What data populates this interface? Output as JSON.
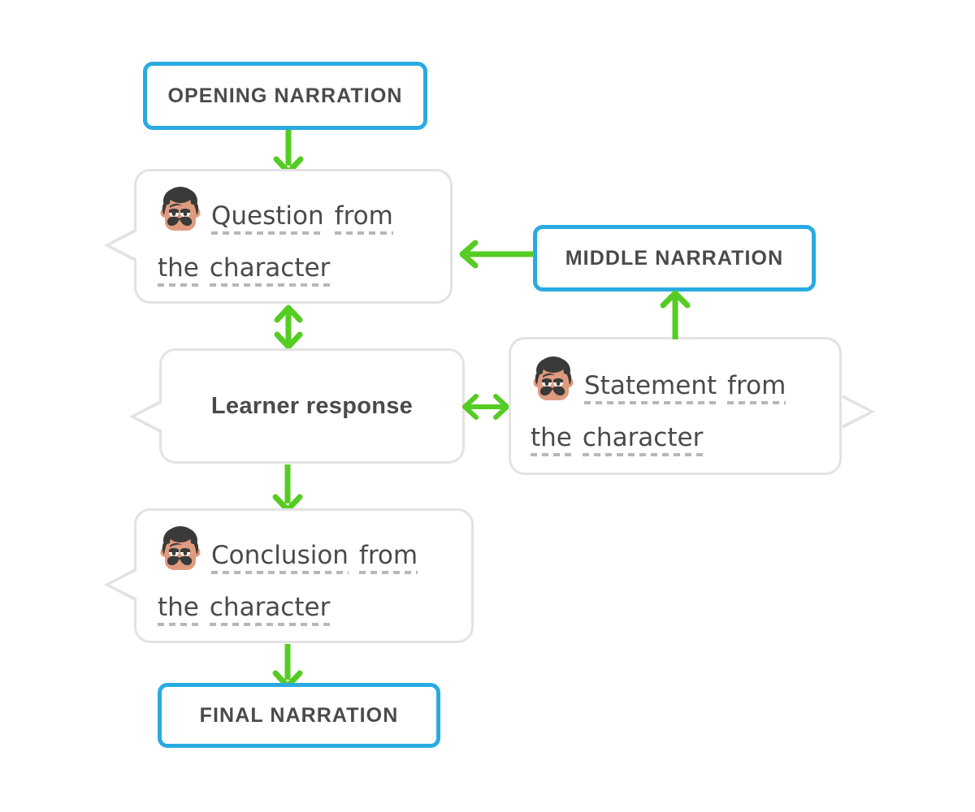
{
  "meta": {
    "title": "Branching scenario narration and character dialogue flow",
    "colors": {
      "narration_border": "#29ABE2",
      "bubble_border": "#E2E2E2",
      "arrow_green": "#55CC22",
      "text_dark": "#4A4A4A",
      "underline_gray": "#B7B7B7",
      "skin": "#E09B7E",
      "hair": "#3A3A38"
    }
  },
  "nodes": {
    "opening_narration": {
      "label": "OPENING NARRATION"
    },
    "middle_narration": {
      "label": "MIDDLE NARRATION"
    },
    "final_narration": {
      "label": "FINAL NARRATION"
    },
    "question_bubble": {
      "line1": [
        "Question",
        "from"
      ],
      "line2": [
        "the",
        "character"
      ],
      "avatar": "character-avatar"
    },
    "statement_bubble": {
      "line1": [
        "Statement",
        "from"
      ],
      "line2": [
        "the",
        "character"
      ],
      "avatar": "character-avatar"
    },
    "conclusion_bubble": {
      "line1": [
        "Conclusion",
        "from"
      ],
      "line2": [
        "the",
        "character"
      ],
      "avatar": "character-avatar"
    },
    "learner_response": {
      "label": "Learner response"
    }
  },
  "connections": [
    {
      "name": "opening-to-question",
      "from": "opening_narration",
      "to": "question_bubble",
      "direction": "down"
    },
    {
      "name": "middle-to-question",
      "from": "middle_narration",
      "to": "question_bubble",
      "direction": "left"
    },
    {
      "name": "question-to-learner",
      "from": "question_bubble",
      "to": "learner_response",
      "direction": "both-vertical"
    },
    {
      "name": "statement-to-learner",
      "from": "statement_bubble",
      "to": "learner_response",
      "direction": "both-horizontal"
    },
    {
      "name": "statement-to-middle",
      "from": "statement_bubble",
      "to": "middle_narration",
      "direction": "up"
    },
    {
      "name": "learner-to-conclusion",
      "from": "learner_response",
      "to": "conclusion_bubble",
      "direction": "down"
    },
    {
      "name": "conclusion-to-final",
      "from": "conclusion_bubble",
      "to": "final_narration",
      "direction": "down"
    }
  ]
}
